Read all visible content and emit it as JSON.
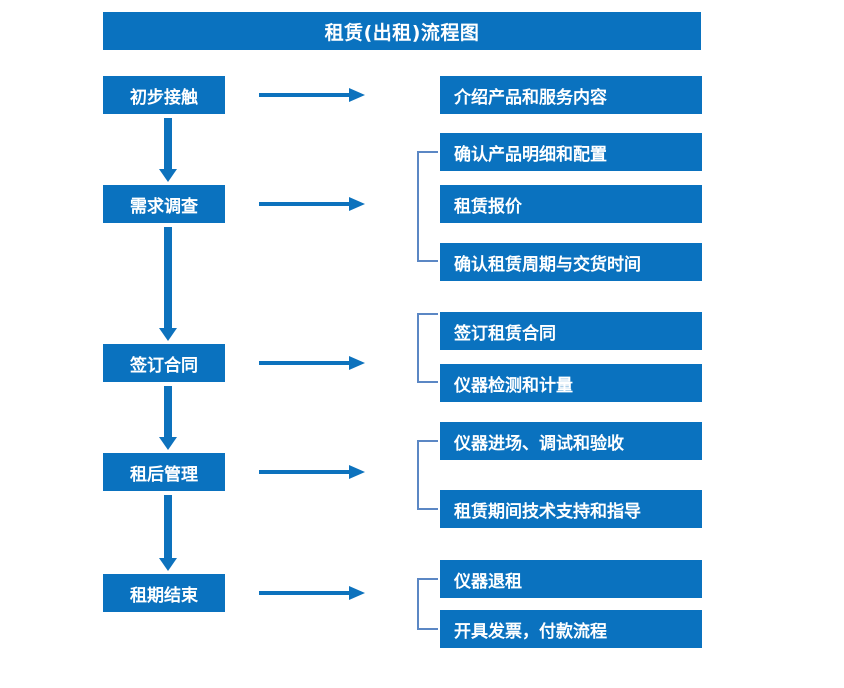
{
  "document": {
    "title": "租赁(出租)流程图",
    "type": "flowchart",
    "background_color": "#ffffff",
    "accent_color": "#0a72bf",
    "bracket_color": "#5b87c4",
    "text_color": "#ffffff"
  },
  "stages": [
    {
      "label": "初步接触"
    },
    {
      "label": "需求调查"
    },
    {
      "label": "签订合同"
    },
    {
      "label": "租后管理"
    },
    {
      "label": "租期结束"
    }
  ],
  "activities": [
    {
      "label": "介绍产品和服务内容"
    },
    {
      "label": "确认产品明细和配置"
    },
    {
      "label": "租赁报价"
    },
    {
      "label": "确认租赁周期与交货时间"
    },
    {
      "label": "签订租赁合同"
    },
    {
      "label": "仪器检测和计量"
    },
    {
      "label": "仪器进场、调试和验收"
    },
    {
      "label": "租赁期间技术支持和指导"
    },
    {
      "label": "仪器退租"
    },
    {
      "label": "开具发票，付款流程"
    }
  ],
  "connectors": {
    "horizontal_arrow_count": 5,
    "vertical_arrow_count": 4,
    "bracket_count": 4
  }
}
